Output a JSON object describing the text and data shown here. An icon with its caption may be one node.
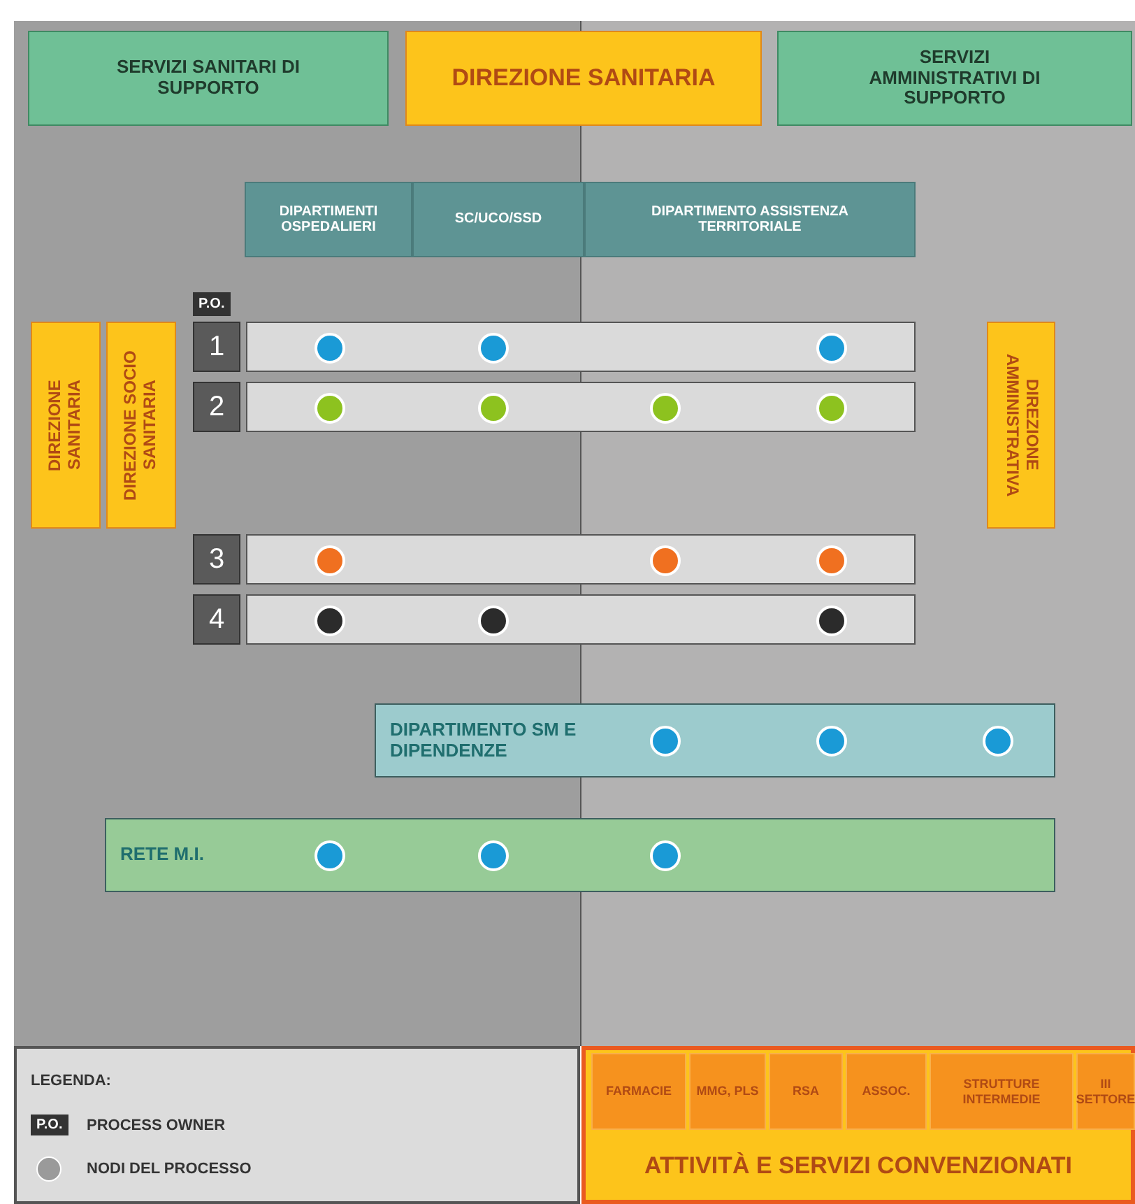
{
  "diagram": {
    "nodes": [
      {
        "text": [
          "SERVIZI SANITARI DI SUPPORTO"
        ]
      },
      {
        "text": [
          "DIREZIONE SANITARIA"
        ]
      },
      {
        "text": [
          "SERVIZI AMMINISTRATIVI DI SUPPORTO"
        ]
      },
      {
        "text": [
          "DIPARTIMENTI OSPEDALIERI"
        ]
      },
      {
        "text": [
          "SC/UCO/SSD"
        ]
      },
      {
        "text": [
          "DIPARTIMENTO ASSISTENZA TERRITORIALE"
        ]
      },
      {
        "text": [
          "DIREZIONE SANITARIA"
        ]
      },
      {
        "text": [
          "DIREZIONE SOCIO SANITARIA"
        ]
      },
      {
        "text": [
          "1"
        ]
      },
      {
        "text": [],
        "shape": "bar"
      },
      {
        "text": [],
        "shape": "circle",
        "in": 9
      },
      {
        "text": [],
        "shape": "circle",
        "in": 9
      },
      {
        "text": [],
        "shape": "circle",
        "in": 9
      },
      {
        "text": [
          "DIREZIONE AMMINISTRATIVA"
        ]
      },
      {
        "text": [
          "2"
        ]
      },
      {
        "text": [],
        "shape": "bar"
      },
      {
        "text": [],
        "shape": "circle",
        "in": 15
      },
      {
        "text": [],
        "shape": "circle",
        "in": 15
      },
      {
        "text": [],
        "shape": "circle",
        "in": 15
      },
      {
        "text": [],
        "shape": "circle",
        "in": 15
      },
      {
        "text": [
          "3"
        ]
      },
      {
        "text": [],
        "shape": "bar"
      },
      {
        "text": [],
        "shape": "circle",
        "in": 21
      },
      {
        "text": [],
        "shape": "circle",
        "in": 21
      },
      {
        "text": [],
        "shape": "circle",
        "in": 21
      },
      {
        "text": [
          "4"
        ]
      },
      {
        "text": [],
        "shape": "bar"
      },
      {
        "text": [],
        "shape": "circle",
        "in": 26
      },
      {
        "text": [],
        "shape": "circle",
        "in": 26
      },
      {
        "text": [],
        "shape": "circle",
        "in": 26
      },
      {
        "text": [
          "DIPARTIMENTO SM E DIPENDENZE"
        ]
      },
      {
        "text": [],
        "shape": "circle",
        "in": 30
      },
      {
        "text": [],
        "shape": "circle",
        "in": 30
      },
      {
        "text": [],
        "shape": "circle",
        "in": 30
      },
      {
        "text": [
          "RETE M.I."
        ]
      },
      {
        "text": [],
        "shape": "circle",
        "in": 34
      },
      {
        "text": [],
        "shape": "circle",
        "in": 34
      },
      {
        "text": [],
        "shape": "circle",
        "in": 34
      },
      {
        "text": [
          "ATTIVITÀ E SERVIZI CONVENZIONATI"
        ]
      },
      {
        "text": [
          "FARMACIE"
        ],
        "in": 38
      },
      {
        "text": [
          "MMG, PLS"
        ],
        "in": 38
      },
      {
        "text": [
          "RSA"
        ],
        "in": 38
      },
      {
        "text": [
          "ASSOC."
        ],
        "in": 38
      },
      {
        "text": [
          "STRUTTURE INTERMEDIE"
        ],
        "in": 38
      },
      {
        "text": [
          "III SETTORE"
        ],
        "in": 38
      }
    ],
    "labels": [
      "P.O.",
      "LEGENDA:",
      "P.O."
    ],
    "legend": [
      {
        "text": "PROCESS OWNER"
      },
      {
        "text": "NODI DEL PROCESSO"
      }
    ]
  }
}
